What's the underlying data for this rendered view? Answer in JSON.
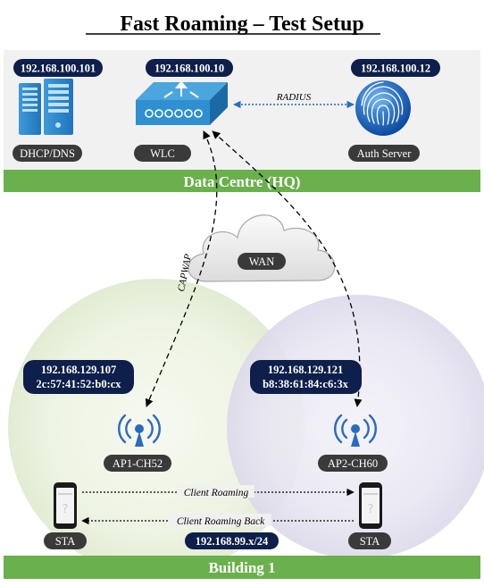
{
  "title": "Fast Roaming – Test Setup",
  "hq": {
    "band_label": "Data Centre (HQ)",
    "dhcp": {
      "ip": "192.168.100.101",
      "label": "DHCP/DNS",
      "icon": "server-tower-icon"
    },
    "wlc": {
      "ip": "192.168.100.10",
      "label": "WLC",
      "icon": "wireless-controller-icon"
    },
    "auth": {
      "ip": "192.168.100.12",
      "label": "Auth Server",
      "icon": "fingerprint-icon"
    },
    "radius_label": "RADIUS"
  },
  "wan": {
    "label": "WAN",
    "capwap_label": "CAPWAP"
  },
  "building": {
    "band_label": "Building 1",
    "subnet": "192.168.99.x/24",
    "ap1": {
      "ip": "192.168.129.107",
      "mac": "2c:57:41:52:b0:cx",
      "label": "AP1-CH52"
    },
    "ap2": {
      "ip": "192.168.129.121",
      "mac": "b8:38:61:84:c6:3x",
      "label": "AP2-CH60"
    },
    "sta_left": {
      "label": "STA"
    },
    "sta_right": {
      "label": "STA"
    },
    "roam_label": "Client Roaming",
    "roam_back_label": "Client Roaming Back"
  },
  "colors": {
    "band_green": "#6ab04c",
    "pill_navy": "#0d1f4a",
    "pill_gray": "#3a3a3a",
    "cell_left": "#eef4e4",
    "cell_right": "#e8e6f2",
    "hq_background": "#f1f1f1",
    "accent_blue": "#2a6bbf"
  }
}
